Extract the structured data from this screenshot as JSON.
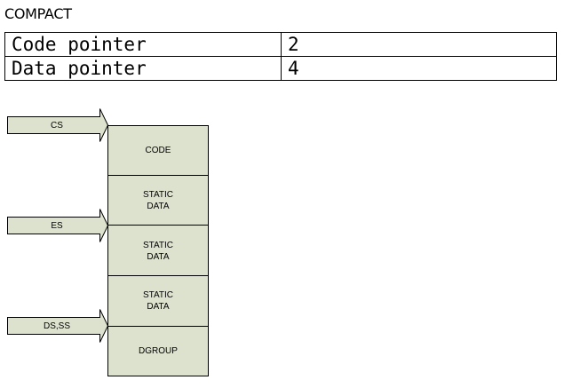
{
  "heading": "COMPACT",
  "pointer_table": [
    {
      "name": "Code pointer",
      "value": "2"
    },
    {
      "name": "Data pointer",
      "value": "4"
    }
  ],
  "memory_blocks": [
    {
      "lines": [
        "CODE"
      ]
    },
    {
      "lines": [
        "STATIC",
        "DATA"
      ]
    },
    {
      "lines": [
        "STATIC",
        "DATA"
      ]
    },
    {
      "lines": [
        "STATIC",
        "DATA"
      ]
    },
    {
      "lines": [
        "DGROUP"
      ]
    }
  ],
  "registers": [
    {
      "label": "CS"
    },
    {
      "label": "ES"
    },
    {
      "label": "DS,SS"
    }
  ],
  "colors": {
    "block_fill": "#dde2cf",
    "arrow_fill": "#dde2cf",
    "stroke": "#000000"
  }
}
